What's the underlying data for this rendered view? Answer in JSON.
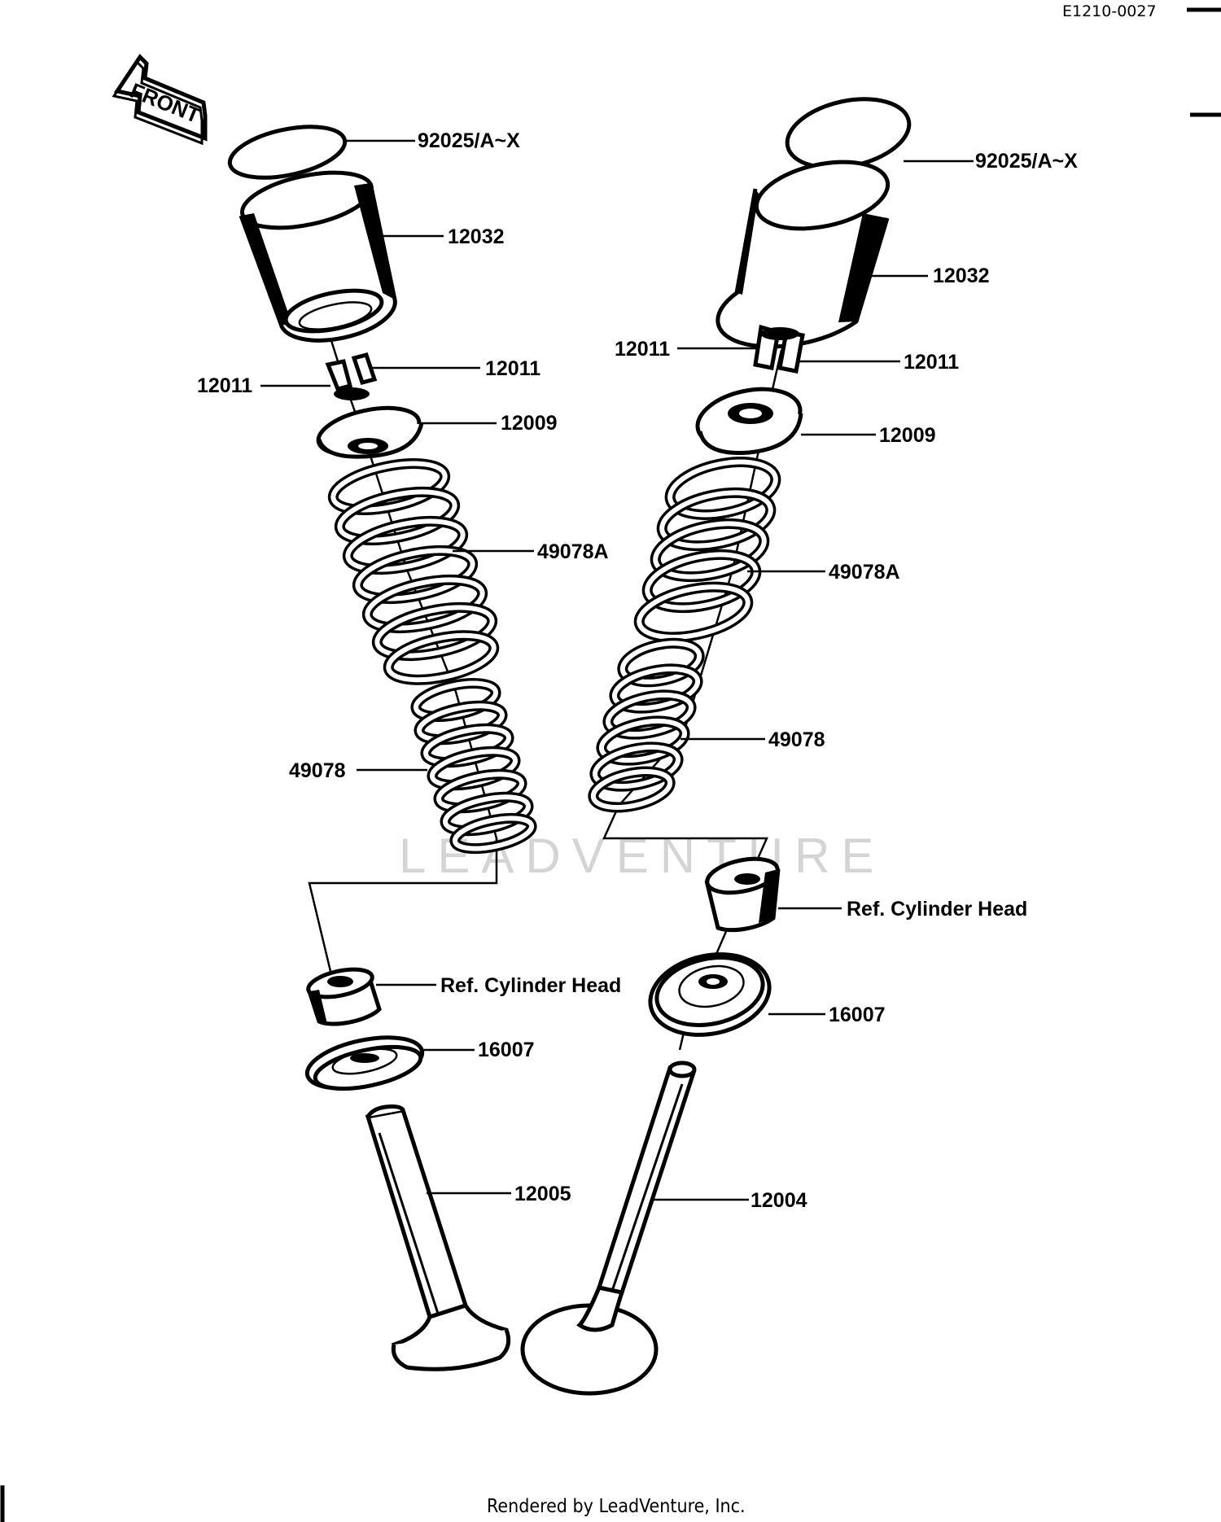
{
  "diagram_code": "E1210-0027",
  "front_arrow_text": "FRONT",
  "watermark": "LEADVENTURE",
  "footer": "Rendered by LeadVenture, Inc.",
  "left_labels": {
    "shim": "92025/A~X",
    "lifter": "12032",
    "keeper_right": "12011",
    "keeper_left": "12011",
    "retainer": "12009",
    "outer_spring": "49078A",
    "inner_spring": "49078",
    "cylinder_head": "Ref. Cylinder Head",
    "seal": "16007",
    "valve": "12005"
  },
  "right_labels": {
    "shim": "92025/A~X",
    "lifter": "12032",
    "keeper_left": "12011",
    "keeper_right": "12011",
    "retainer": "12009",
    "outer_spring": "49078A",
    "inner_spring": "49078",
    "cylinder_head": "Ref. Cylinder Head",
    "seal": "16007",
    "valve": "12004"
  }
}
